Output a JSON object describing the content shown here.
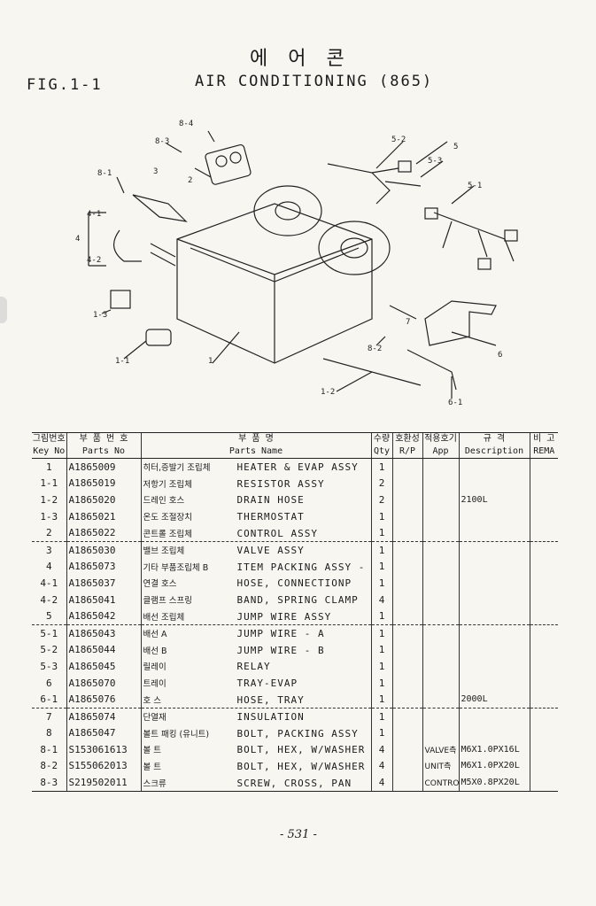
{
  "header": {
    "title_ko": "에 어 콘",
    "fig_no": "FIG.1-1",
    "title_en": "AIR CONDITIONING (865)"
  },
  "diagram": {
    "callouts": [
      "8-4",
      "8-3",
      "2",
      "3",
      "8-1",
      "4-1",
      "4",
      "4-2",
      "1-3",
      "1-1",
      "1",
      "5-2",
      "5",
      "5-3",
      "5-1",
      "7",
      "8-2",
      "6",
      "1-2",
      "6-1"
    ]
  },
  "table": {
    "headers_ko": [
      "그림번호",
      "부 품 번 호",
      "부 품 명",
      "수량",
      "호환성",
      "적용호기",
      "규 격",
      "비 고"
    ],
    "headers_en": [
      "Key No",
      "Parts No",
      "Parts Name",
      "Qty",
      "R/P",
      "App",
      "Description",
      "REMA"
    ],
    "rows": [
      {
        "key": "1",
        "part_no": "A1865009",
        "name_ko": "히터,증발기 조립체",
        "name_en": "HEATER & EVAP ASSY",
        "qty": "1",
        "app": "",
        "desc": ""
      },
      {
        "key": "1-1",
        "part_no": "A1865019",
        "name_ko": "저항기 조립체",
        "name_en": "RESISTOR ASSY",
        "qty": "2",
        "app": "",
        "desc": ""
      },
      {
        "key": "1-2",
        "part_no": "A1865020",
        "name_ko": "드레인 호스",
        "name_en": "DRAIN HOSE",
        "qty": "2",
        "app": "",
        "desc": "2100L"
      },
      {
        "key": "1-3",
        "part_no": "A1865021",
        "name_ko": "온도 조절장치",
        "name_en": "THERMOSTAT",
        "qty": "1",
        "app": "",
        "desc": ""
      },
      {
        "key": "2",
        "part_no": "A1865022",
        "name_ko": "콘트롤 조립체",
        "name_en": "CONTROL ASSY",
        "qty": "1",
        "app": "",
        "desc": ""
      },
      {
        "key": "3",
        "part_no": "A1865030",
        "name_ko": "밸브 조립체",
        "name_en": "VALVE ASSY",
        "qty": "1",
        "app": "",
        "desc": ""
      },
      {
        "key": "4",
        "part_no": "A1865073",
        "name_ko": "기타 부품조립체 B",
        "name_en": "ITEM PACKING ASSY - B",
        "qty": "1",
        "app": "",
        "desc": ""
      },
      {
        "key": "4-1",
        "part_no": "A1865037",
        "name_ko": "연결 호스",
        "name_en": "HOSE, CONNECTIONP",
        "qty": "1",
        "app": "",
        "desc": ""
      },
      {
        "key": "4-2",
        "part_no": "A1865041",
        "name_ko": "클램프 스프링",
        "name_en": "BAND, SPRING CLAMP",
        "qty": "4",
        "app": "",
        "desc": ""
      },
      {
        "key": "5",
        "part_no": "A1865042",
        "name_ko": "배선 조립체",
        "name_en": "JUMP WIRE ASSY",
        "qty": "1",
        "app": "",
        "desc": ""
      },
      {
        "key": "5-1",
        "part_no": "A1865043",
        "name_ko": "배선 A",
        "name_en": "JUMP WIRE - A",
        "qty": "1",
        "app": "",
        "desc": ""
      },
      {
        "key": "5-2",
        "part_no": "A1865044",
        "name_ko": "배선 B",
        "name_en": "JUMP WIRE - B",
        "qty": "1",
        "app": "",
        "desc": ""
      },
      {
        "key": "5-3",
        "part_no": "A1865045",
        "name_ko": "릴레이",
        "name_en": "RELAY",
        "qty": "1",
        "app": "",
        "desc": ""
      },
      {
        "key": "6",
        "part_no": "A1865070",
        "name_ko": "트레이",
        "name_en": "TRAY-EVAP",
        "qty": "1",
        "app": "",
        "desc": ""
      },
      {
        "key": "6-1",
        "part_no": "A1865076",
        "name_ko": "호 스",
        "name_en": "HOSE, TRAY",
        "qty": "1",
        "app": "",
        "desc": "2000L"
      },
      {
        "key": "7",
        "part_no": "A1865074",
        "name_ko": "단열재",
        "name_en": "INSULATION",
        "qty": "1",
        "app": "",
        "desc": ""
      },
      {
        "key": "8",
        "part_no": "A1865047",
        "name_ko": "볼트 패킹 (유니트)",
        "name_en": "BOLT, PACKING ASSY",
        "qty": "1",
        "app": "",
        "desc": ""
      },
      {
        "key": "8-1",
        "part_no": "S153061613",
        "name_ko": "볼 트",
        "name_en": "BOLT, HEX, W/WASHER",
        "qty": "4",
        "app": "VALVE측",
        "desc": "M6X1.0PX16L"
      },
      {
        "key": "8-2",
        "part_no": "S155062013",
        "name_ko": "볼 트",
        "name_en": "BOLT, HEX, W/WASHER",
        "qty": "4",
        "app": "UNIT측",
        "desc": "M6X1.0PX20L"
      },
      {
        "key": "8-3",
        "part_no": "S219502011",
        "name_ko": "스크류",
        "name_en": "SCREW, CROSS, PAN",
        "qty": "4",
        "app": "CONTROL측",
        "desc": "M5X0.8PX20L"
      }
    ]
  },
  "footer": {
    "page_no": "- 531 -"
  }
}
